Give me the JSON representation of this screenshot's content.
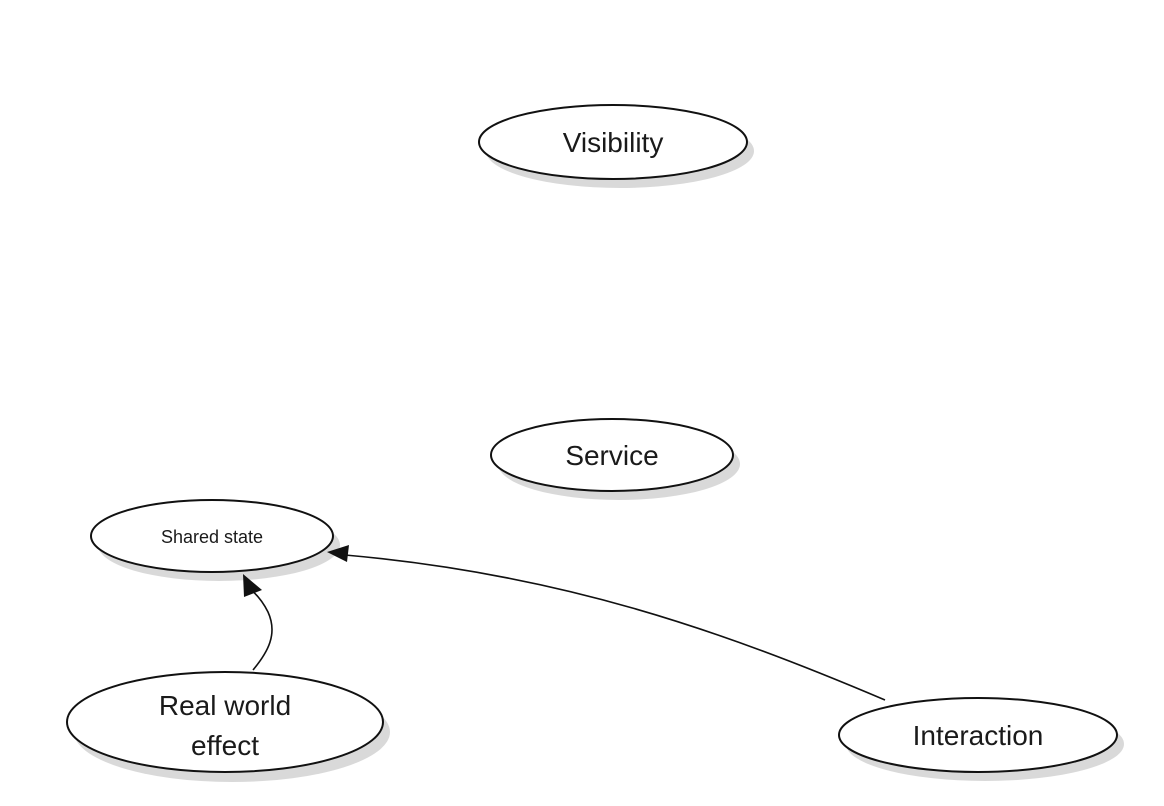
{
  "nodes": {
    "visibility": {
      "label": "Visibility"
    },
    "service": {
      "label": "Service"
    },
    "shared_state": {
      "label": "Shared state"
    },
    "real_world_effect": {
      "label_line1": "Real world",
      "label_line2": "effect"
    },
    "interaction": {
      "label": "Interaction"
    }
  },
  "edges": [
    {
      "from": "real_world_effect",
      "to": "shared_state"
    },
    {
      "from": "interaction",
      "to": "shared_state"
    }
  ]
}
